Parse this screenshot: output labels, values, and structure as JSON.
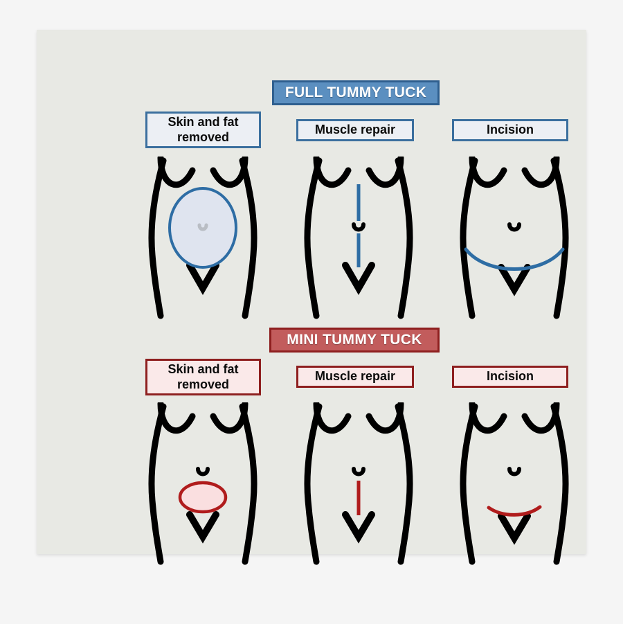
{
  "page": {
    "background_color": "#f5f5f5",
    "card_color": "#e8e9e4"
  },
  "colors": {
    "blue_banner_fill": "#5b8fc0",
    "blue_banner_border": "#2f5f8f",
    "blue_label_fill": "#eceff4",
    "blue_label_border": "#3b6f9e",
    "blue_marking": "#2e6da4",
    "blue_area_fill": "#dfe4ef",
    "red_banner_fill": "#c25c5c",
    "red_banner_border": "#8e1f1f",
    "red_label_fill": "#fae9e9",
    "red_label_border": "#8e1f1f",
    "red_marking": "#b01c1c",
    "red_area_fill": "#fadfe0",
    "body_outline": "#000000"
  },
  "sections": [
    {
      "id": "full-tummy-tuck",
      "banner": "FULL TUMMY TUCK",
      "theme": "blue",
      "panels": [
        {
          "id": "full-skin-and-fat",
          "label": "Skin and fat\nremoved",
          "label_line1": "Skin and fat",
          "label_line2": "removed",
          "marking": "large-oval-upper-abdomen"
        },
        {
          "id": "full-muscle-repair",
          "label": "Muscle repair",
          "marking": "long-vertical-line"
        },
        {
          "id": "full-incision",
          "label": "Incision",
          "marking": "wide-hip-to-hip-curve"
        }
      ]
    },
    {
      "id": "mini-tummy-tuck",
      "banner": "MINI TUMMY TUCK",
      "theme": "red",
      "panels": [
        {
          "id": "mini-skin-and-fat",
          "label": "Skin and fat\nremoved",
          "label_line1": "Skin and fat",
          "label_line2": "removed",
          "marking": "small-oval-lower-abdomen"
        },
        {
          "id": "mini-muscle-repair",
          "label": "Muscle repair",
          "marking": "short-vertical-line"
        },
        {
          "id": "mini-incision",
          "label": "Incision",
          "marking": "short-low-curve"
        }
      ]
    }
  ]
}
